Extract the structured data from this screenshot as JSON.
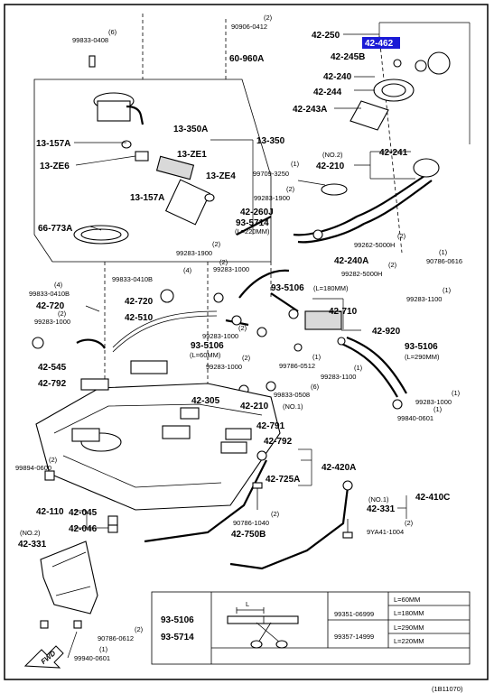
{
  "diagram_id": "(1B11070)",
  "highlight_color": "#1a1ad6",
  "parts": {
    "p99833_0408": {
      "num": "99833-0408",
      "qty": "(6)"
    },
    "p90906_0412": {
      "num": "90906-0412",
      "qty": "(2)"
    },
    "p60_960A": {
      "num": "60-960A"
    },
    "p42_250": {
      "num": "42-250"
    },
    "p42_462": {
      "num": "42-462"
    },
    "p42_245B": {
      "num": "42-245B"
    },
    "p42_240": {
      "num": "42-240"
    },
    "p42_244": {
      "num": "42-244"
    },
    "p42_243A": {
      "num": "42-243A"
    },
    "p13_350A": {
      "num": "13-350A"
    },
    "p13_157A_a": {
      "num": "13-157A"
    },
    "p13_ZE1": {
      "num": "13-ZE1"
    },
    "p13_350": {
      "num": "13-350"
    },
    "p13_ZE6": {
      "num": "13-ZE6"
    },
    "p13_ZE4": {
      "num": "13-ZE4"
    },
    "p13_157A_b": {
      "num": "13-157A"
    },
    "p42_241": {
      "num": "42-241"
    },
    "p42_210_no2": {
      "num": "42-210",
      "note": "(NO.2)"
    },
    "p99709_3250": {
      "num": "99709-3250",
      "qty": "(1)"
    },
    "p99283_1900_a": {
      "num": "99283-1900",
      "qty": "(2)"
    },
    "p42_260J": {
      "num": "42-260J"
    },
    "p93_5714": {
      "num": "93-5714",
      "note": "(L=220MM)"
    },
    "p66_773A": {
      "num": "66-773A"
    },
    "p99283_1900_b": {
      "num": "99283-1900",
      "qty": "(2)"
    },
    "p99262_5000H": {
      "num": "99262-5000H",
      "qty": "(2)"
    },
    "p42_240A": {
      "num": "42-240A"
    },
    "p90786_0616": {
      "num": "90786-0616",
      "qty": "(1)"
    },
    "p99283_1000_a": {
      "num": "99283-1000",
      "qty": "(2)"
    },
    "p99282_5000H": {
      "num": "99282-5000H",
      "qty": "(2)"
    },
    "p99833_0410B_a": {
      "num": "99833-0410B",
      "qty": "(4)"
    },
    "p93_5106_a": {
      "num": "93-5106",
      "note": "(L=180MM)"
    },
    "p99283_1100_a": {
      "num": "99283-1100",
      "qty": "(1)"
    },
    "p99833_0410B_b": {
      "num": "99833-0410B",
      "qty": "(4)"
    },
    "p42_720_a": {
      "num": "42-720"
    },
    "p42_720_b": {
      "num": "42-720"
    },
    "p42_710": {
      "num": "42-710"
    },
    "p42_510": {
      "num": "42-510"
    },
    "p99283_1000_b": {
      "num": "99283-1000",
      "qty": "(2)"
    },
    "p99283_1000_c": {
      "num": "99283-1000",
      "qty": "(2)"
    },
    "p42_920": {
      "num": "42-920"
    },
    "p93_5106_b": {
      "num": "93-5106",
      "note": "(L=60MM)"
    },
    "p93_5106_c": {
      "num": "93-5106",
      "note": "(L=290MM)"
    },
    "p99283_1000_d": {
      "num": "99283-1000",
      "qty": "(2)"
    },
    "p99786_0512": {
      "num": "99786-0512",
      "qty": "(1)"
    },
    "p99283_1100_b": {
      "num": "99283-1100",
      "qty": "(1)"
    },
    "p42_545": {
      "num": "42-545"
    },
    "p42_792_a": {
      "num": "42-792"
    },
    "p99833_0508": {
      "num": "99833-0508",
      "qty": "(6)"
    },
    "p42_305": {
      "num": "42-305"
    },
    "p42_210_no1": {
      "num": "42-210",
      "note": "(NO.1)"
    },
    "p99283_1000_e": {
      "num": "99283-1000",
      "qty": "(1)"
    },
    "p99840_0601_a": {
      "num": "99840-0601",
      "qty": "(1)"
    },
    "p42_791": {
      "num": "42-791"
    },
    "p42_792_b": {
      "num": "42-792"
    },
    "p99894_0600": {
      "num": "99894-0600",
      "qty": "(2)"
    },
    "p42_420A": {
      "num": "42-420A"
    },
    "p42_725A": {
      "num": "42-725A"
    },
    "p42_110": {
      "num": "42-110"
    },
    "p42_045": {
      "num": "42-045"
    },
    "p42_046": {
      "num": "42-046"
    },
    "p42_410C": {
      "num": "42-410C"
    },
    "p42_331_no1": {
      "num": "42-331",
      "note": "(NO.1)"
    },
    "p90786_1040": {
      "num": "90786-1040",
      "qty": "(2)"
    },
    "p42_750B": {
      "num": "42-750B"
    },
    "p9YA41_1004": {
      "num": "9YA41-1004",
      "qty": "(2)"
    },
    "p42_331_no2": {
      "num": "42-331",
      "note": "(NO.2)"
    },
    "p90786_0612": {
      "num": "90786-0612",
      "qty": "(2)"
    },
    "p99940_0601_b": {
      "num": "99940-0601",
      "qty": "(1)"
    }
  },
  "fwd_label": "FWD",
  "legend": {
    "hoses": [
      "93-5106",
      "93-5714"
    ],
    "length_symbol": "L",
    "rows": [
      {
        "part": "99351-06999",
        "lengths": [
          "L=60MM",
          "L=180MM"
        ]
      },
      {
        "part": "99357-14999",
        "lengths": [
          "L=290MM",
          "L=220MM"
        ]
      }
    ]
  }
}
